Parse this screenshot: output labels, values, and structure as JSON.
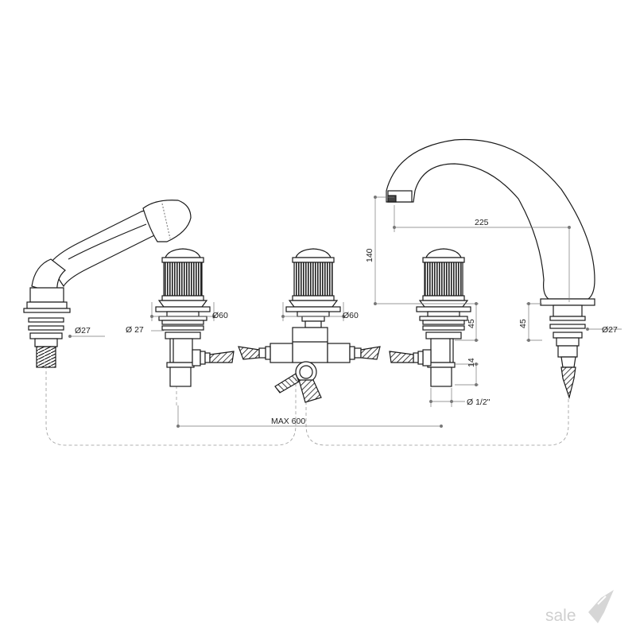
{
  "dimensions": {
    "handshower_base_diameter": "Ø27",
    "valve_base_diameter": "Ø 27",
    "left_handle_diameter": "Ø60",
    "center_handle_diameter": "Ø60",
    "spout_height": "140",
    "spout_reach": "225",
    "valve_body_height": "45",
    "spout_base_height": "45",
    "spout_base_diameter": "Ø27",
    "shank_length": "14",
    "thread_size": "Ø 1/2\"",
    "max_spacing": "MAX 600"
  },
  "watermark": {
    "text": "sale"
  },
  "colors": {
    "line": "#1a1a1a",
    "dimension": "#777777",
    "watermark": "#cfcfcf"
  }
}
